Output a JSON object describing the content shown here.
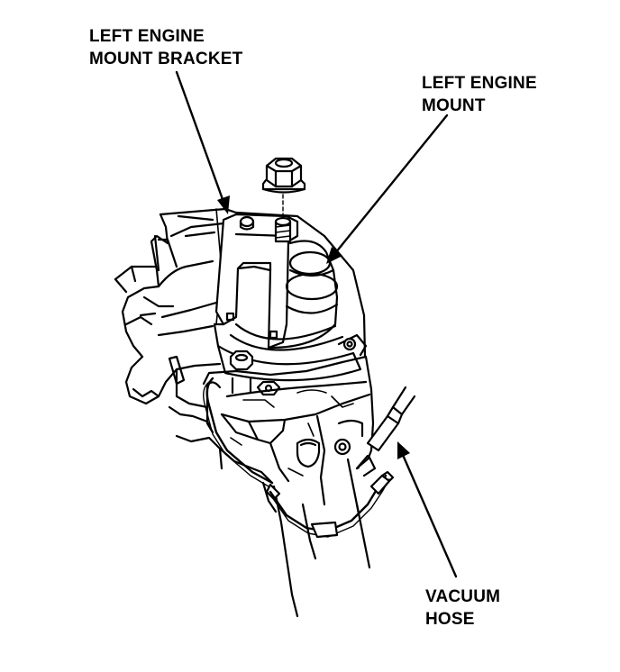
{
  "labels": {
    "bracket": {
      "line1": "LEFT ENGINE",
      "line2": "MOUNT BRACKET"
    },
    "mount": {
      "line1": "LEFT ENGINE",
      "line2": "MOUNT"
    },
    "hose": {
      "line1": "VACUUM",
      "line2": "HOSE"
    }
  },
  "colors": {
    "ink": "#000000",
    "paper": "#ffffff"
  }
}
